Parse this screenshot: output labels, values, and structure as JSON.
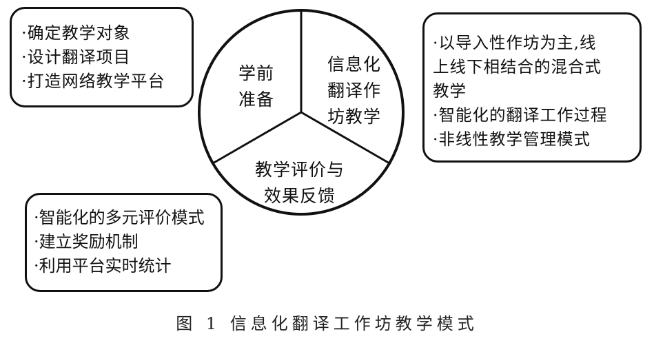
{
  "wheel": {
    "sectors": {
      "pre": [
        "学前",
        "准备"
      ],
      "translate": [
        "信息化",
        "翻译作",
        "坊教学"
      ],
      "eval": [
        "教学评价与",
        "效果反馈"
      ]
    }
  },
  "boxes": {
    "top_left": [
      "·确定教学对象",
      "·设计翻译项目",
      "·打造网络教学平台"
    ],
    "top_right": [
      "·以导入性作坊为主,线",
      "上线下相结合的混合式",
      "教学",
      "·智能化的翻译工作过程",
      "·非线性教学管理模式"
    ],
    "bottom_left": [
      "·智能化的多元评价模式",
      "·建立奖励机制",
      "·利用平台实时统计"
    ]
  },
  "caption": "图 1 信息化翻译工作坊教学模式",
  "colors": {
    "stroke": "#111111",
    "background": "#ffffff"
  }
}
